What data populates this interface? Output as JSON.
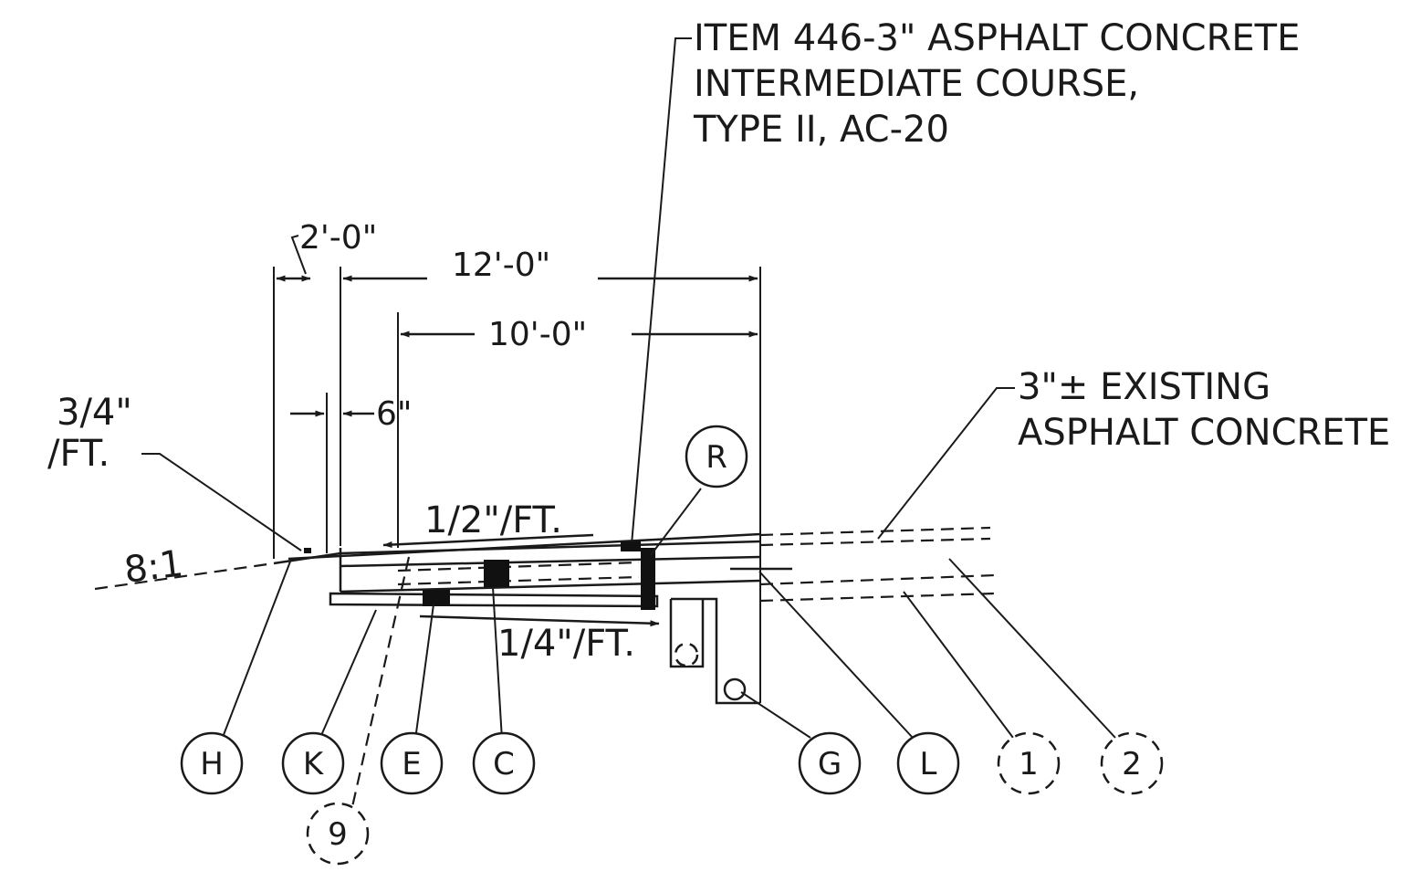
{
  "notes": {
    "item446_line1": "ITEM 446-3\" ASPHALT CONCRETE",
    "item446_line2": "INTERMEDIATE COURSE,",
    "item446_line3": "TYPE II, AC-20",
    "existing_line1": "3\"± EXISTING",
    "existing_line2": "ASPHALT CONCRETE"
  },
  "dimensions": {
    "d_2ft": "2'-0\"",
    "d_12ft": "12'-0\"",
    "d_10ft": "10'-0\"",
    "d_6in": "6\""
  },
  "slopes": {
    "s_34_line1": "3/4\"",
    "s_34_line2": "/FT.",
    "s_half": "1/2\"/FT.",
    "s_quarter": "1/4\"/FT.",
    "s_8to1": "8:1"
  },
  "callouts": {
    "H": "H",
    "K": "K",
    "E": "E",
    "C": "C",
    "G": "G",
    "L": "L",
    "one": "1",
    "two": "2",
    "nine": "9",
    "R": "R"
  }
}
